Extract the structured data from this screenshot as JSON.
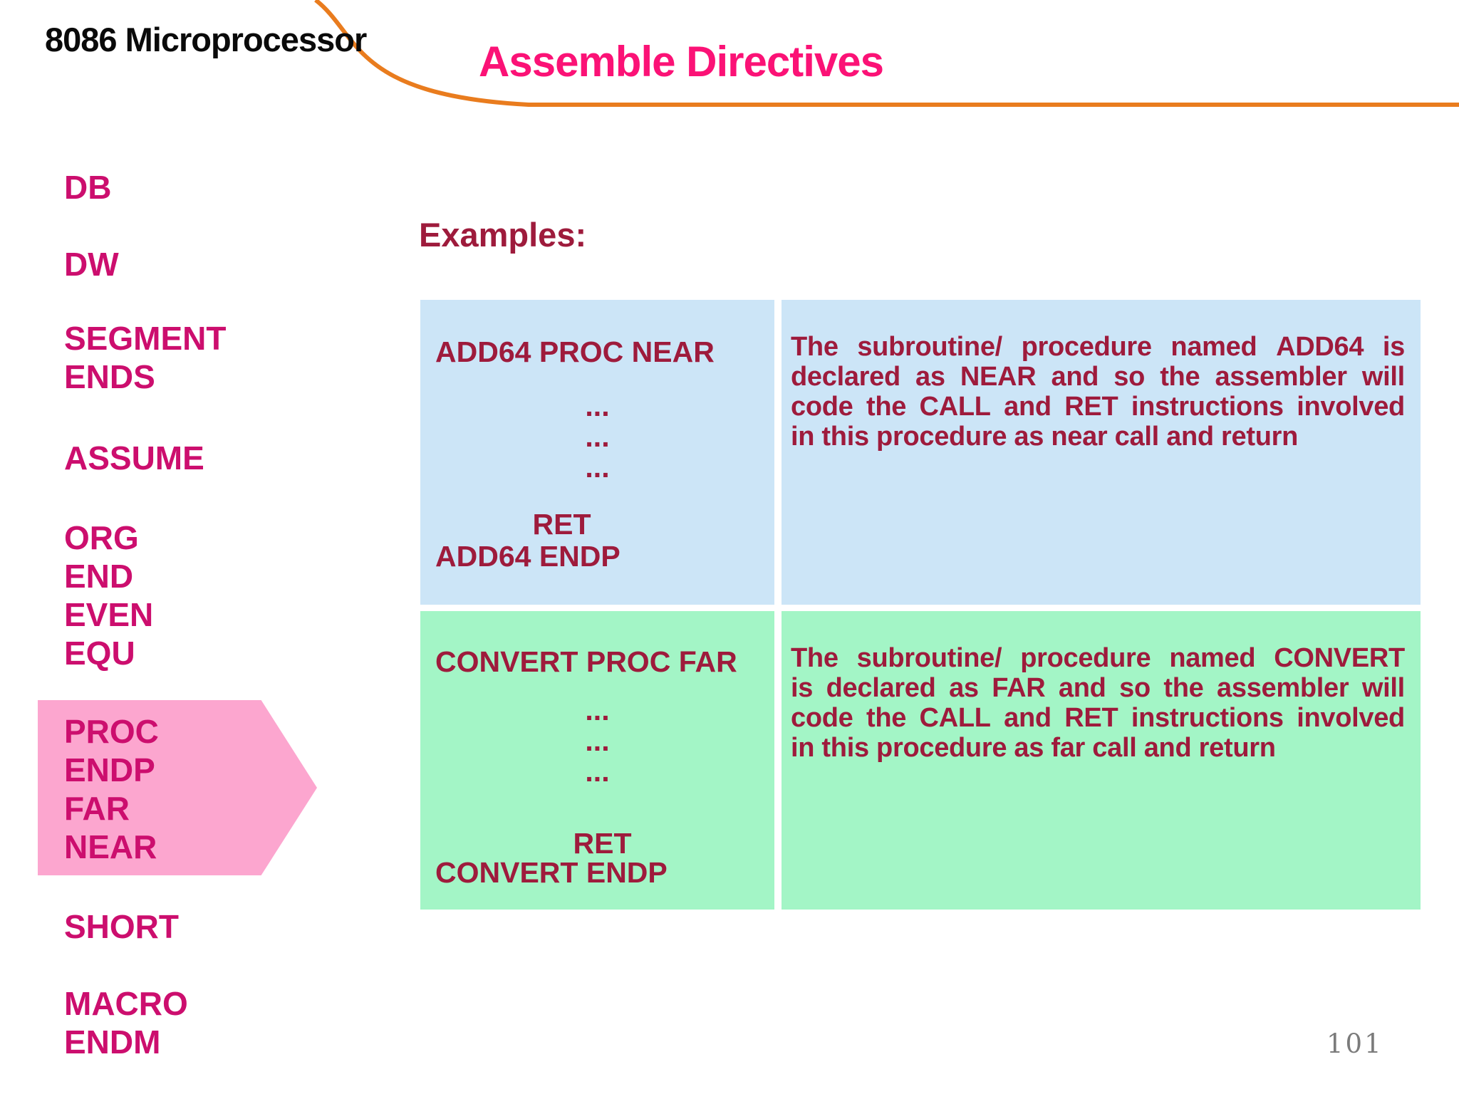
{
  "header": {
    "brand": "8086 Microprocessor",
    "title": "Assemble Directives"
  },
  "examples_label": "Examples:",
  "sidebar": {
    "groups": [
      {
        "items": [
          "DB"
        ]
      },
      {
        "items": [
          "DW"
        ]
      },
      {
        "items": [
          "SEGMENT",
          "ENDS"
        ]
      },
      {
        "items": [
          "ASSUME"
        ]
      },
      {
        "items": [
          "ORG",
          "END",
          "EVEN",
          "EQU"
        ]
      },
      {
        "items": [
          "SHORT"
        ]
      },
      {
        "items": [
          "MACRO",
          "ENDM"
        ]
      }
    ],
    "arrow_items": [
      "PROC",
      "ENDP",
      "FAR",
      "NEAR"
    ]
  },
  "boxes": [
    {
      "id": "near-example",
      "code": {
        "header": "ADD64 PROC NEAR",
        "dots": [
          "...",
          "...",
          "..."
        ],
        "ret": "RET",
        "footer": "ADD64 ENDP"
      },
      "description": {
        "lines": [
          "The subroutine/ procedure named ADD64 is",
          "declared as NEAR and so the assembler will",
          "code the CALL and RET instructions involved",
          "in this procedure as near call and return"
        ]
      }
    },
    {
      "id": "far-example",
      "code": {
        "header": "CONVERT PROC FAR",
        "dots": [
          "...",
          "...",
          "..."
        ],
        "ret": "RET",
        "footer": "CONVERT ENDP"
      },
      "description": {
        "lines": [
          "The subroutine/ procedure named CONVERT",
          "is declared as FAR and so the assembler will",
          "code the CALL and RET instructions involved",
          "in this procedure as far call and return"
        ]
      }
    }
  ],
  "page_number": "101",
  "colors": {
    "title_pink": "#fb1276",
    "sidebar_pink": "#cc0e6e",
    "arrow_fill": "#fca6cf",
    "box_text_red": "#9e1b3c",
    "near_box_bg": "#cce5f7",
    "far_box_bg": "#a3f5c6",
    "curve_orange": "#e97c1e",
    "page_number_gray": "#7b7b7b"
  }
}
